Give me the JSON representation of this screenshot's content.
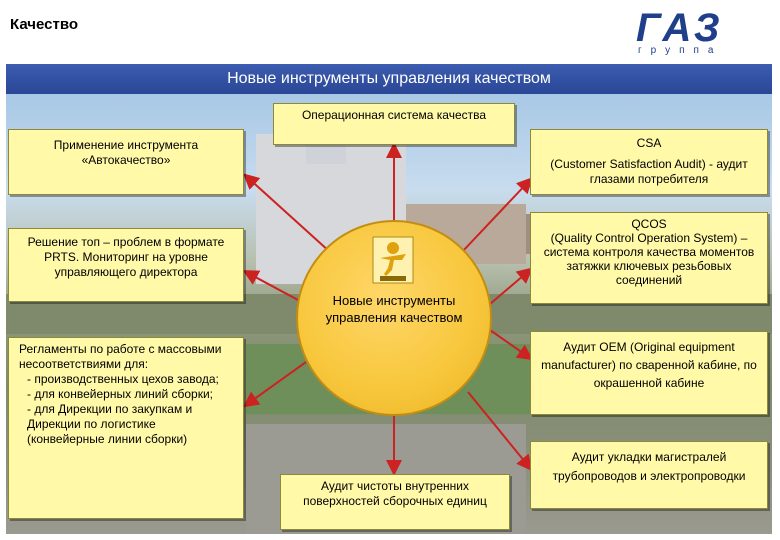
{
  "header": {
    "section_title": "Качество",
    "logo_main": "ГАЗ",
    "logo_sub": "группа"
  },
  "banner": {
    "title": "Новые инструменты управления качеством"
  },
  "center": {
    "label": "Новые инструменты управления качеством",
    "icon": "award-trophy-icon"
  },
  "boxes": {
    "avtokachestvo": {
      "line1": "Применение инструмента",
      "line2": "«Автокачество»"
    },
    "prts": {
      "text": "Решение топ – проблем в формате PRTS. Мониторинг на уровне управляющего директора"
    },
    "reglamenty": {
      "title": "Регламенты по работе с массовыми несоответствиями для:",
      "item1": "- производственных цехов завода;",
      "item2": "- для конвейерных линий сборки;",
      "item3": "- для Дирекции по закупкам и Дирекции по логистике (конвейерные линии сборки)"
    },
    "ops": {
      "text": "Операционная система качества"
    },
    "csa": {
      "title": "CSA",
      "desc": "(Customer Satisfaction Audit) - аудит глазами потребителя"
    },
    "qcos": {
      "title": "QCOS",
      "desc": "(Quality Control Operation System) – система контроля качества моментов затяжки ключевых резьбовых соединений"
    },
    "oem": {
      "text": "Аудит OEM (Original equipment manufacturer) по сваренной кабине, по окрашенной кабине"
    },
    "chistota": {
      "text": "Аудит чистоты внутренних поверхностей сборочных единиц"
    },
    "ukladka": {
      "text": "Аудит укладки магистралей трубопроводов и электропроводки"
    }
  },
  "colors": {
    "banner": "#2a4696",
    "box": "#fff9a8",
    "arrow": "#cc2222",
    "circle": "#f7c63a"
  }
}
